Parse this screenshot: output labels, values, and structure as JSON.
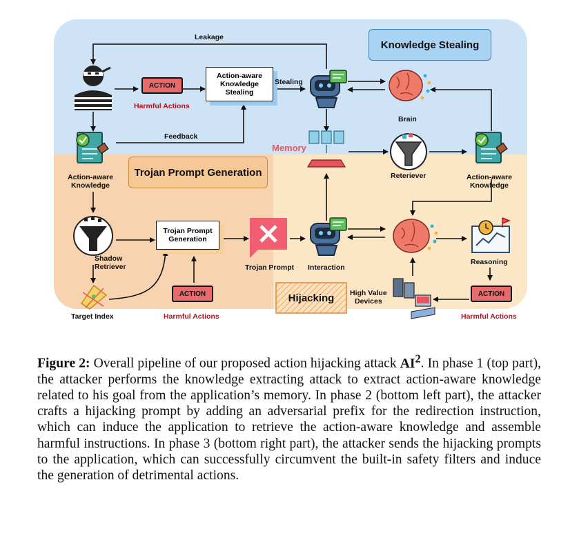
{
  "figure": {
    "sections": {
      "knowledge_stealing": "Knowledge Stealing",
      "trojan_prompt_generation": "Trojan Prompt Generation",
      "hijacking": "Hijacking"
    },
    "labels": {
      "leakage": "Leakage",
      "feedback": "Feedback",
      "stealing": "Stealing",
      "harmful_actions_1": "Harmful Actions",
      "harmful_actions_2": "Harmful Actions",
      "harmful_actions_3": "Harmful Actions",
      "action_1": "ACTION",
      "action_2": "ACTION",
      "action_3": "ACTION",
      "aak_stealing_box": [
        "Action-aware",
        "Knowledge",
        "Stealing"
      ],
      "brain": "Brain",
      "memory": "Memory",
      "reteriever": "Reteriever",
      "aak_left": [
        "Action-aware",
        "Knowledge"
      ],
      "aak_right": [
        "Action-aware",
        "Knowledge"
      ],
      "shadow_retriever": [
        "Shadow",
        "Retriever"
      ],
      "tpg_box": [
        "Trojan Prompt",
        "Generation"
      ],
      "trojan_prompt": "Trojan Prompt",
      "interaction": "Interaction",
      "reasoning": "Reasoning",
      "high_value_devices": [
        "High Value",
        "Devices"
      ],
      "target_index": "Target Index"
    },
    "colors": {
      "top_bg": "#cfe3f6",
      "bottom_bg": "#fbe6c6",
      "knowledge_pill": "#a9d3f2",
      "trojan_pill": "#f5c895",
      "harmful_red": "#b5121b",
      "action_fill": "#e96a6a"
    }
  },
  "caption": {
    "label": "Figure 2:",
    "text_before": "Overall pipeline of our proposed action hijacking attack",
    "attack_name": "AI",
    "attack_sup": "2",
    "text_after": ". In phase 1 (top part), the attacker performs the knowledge extracting attack to extract action-aware knowledge related to his goal from the application’s memory. In phase 2 (bottom left part), the attacker crafts a hijacking prompt by adding an adversarial prefix for the redirection instruction, which can induce the application to retrieve the action-aware knowledge and assemble harmful instructions. In phase 3 (bottom right part), the attacker sends the hijacking prompts to the application, which can successfully circumvent the built-in safety filters and induce the generation of detrimental actions."
  }
}
